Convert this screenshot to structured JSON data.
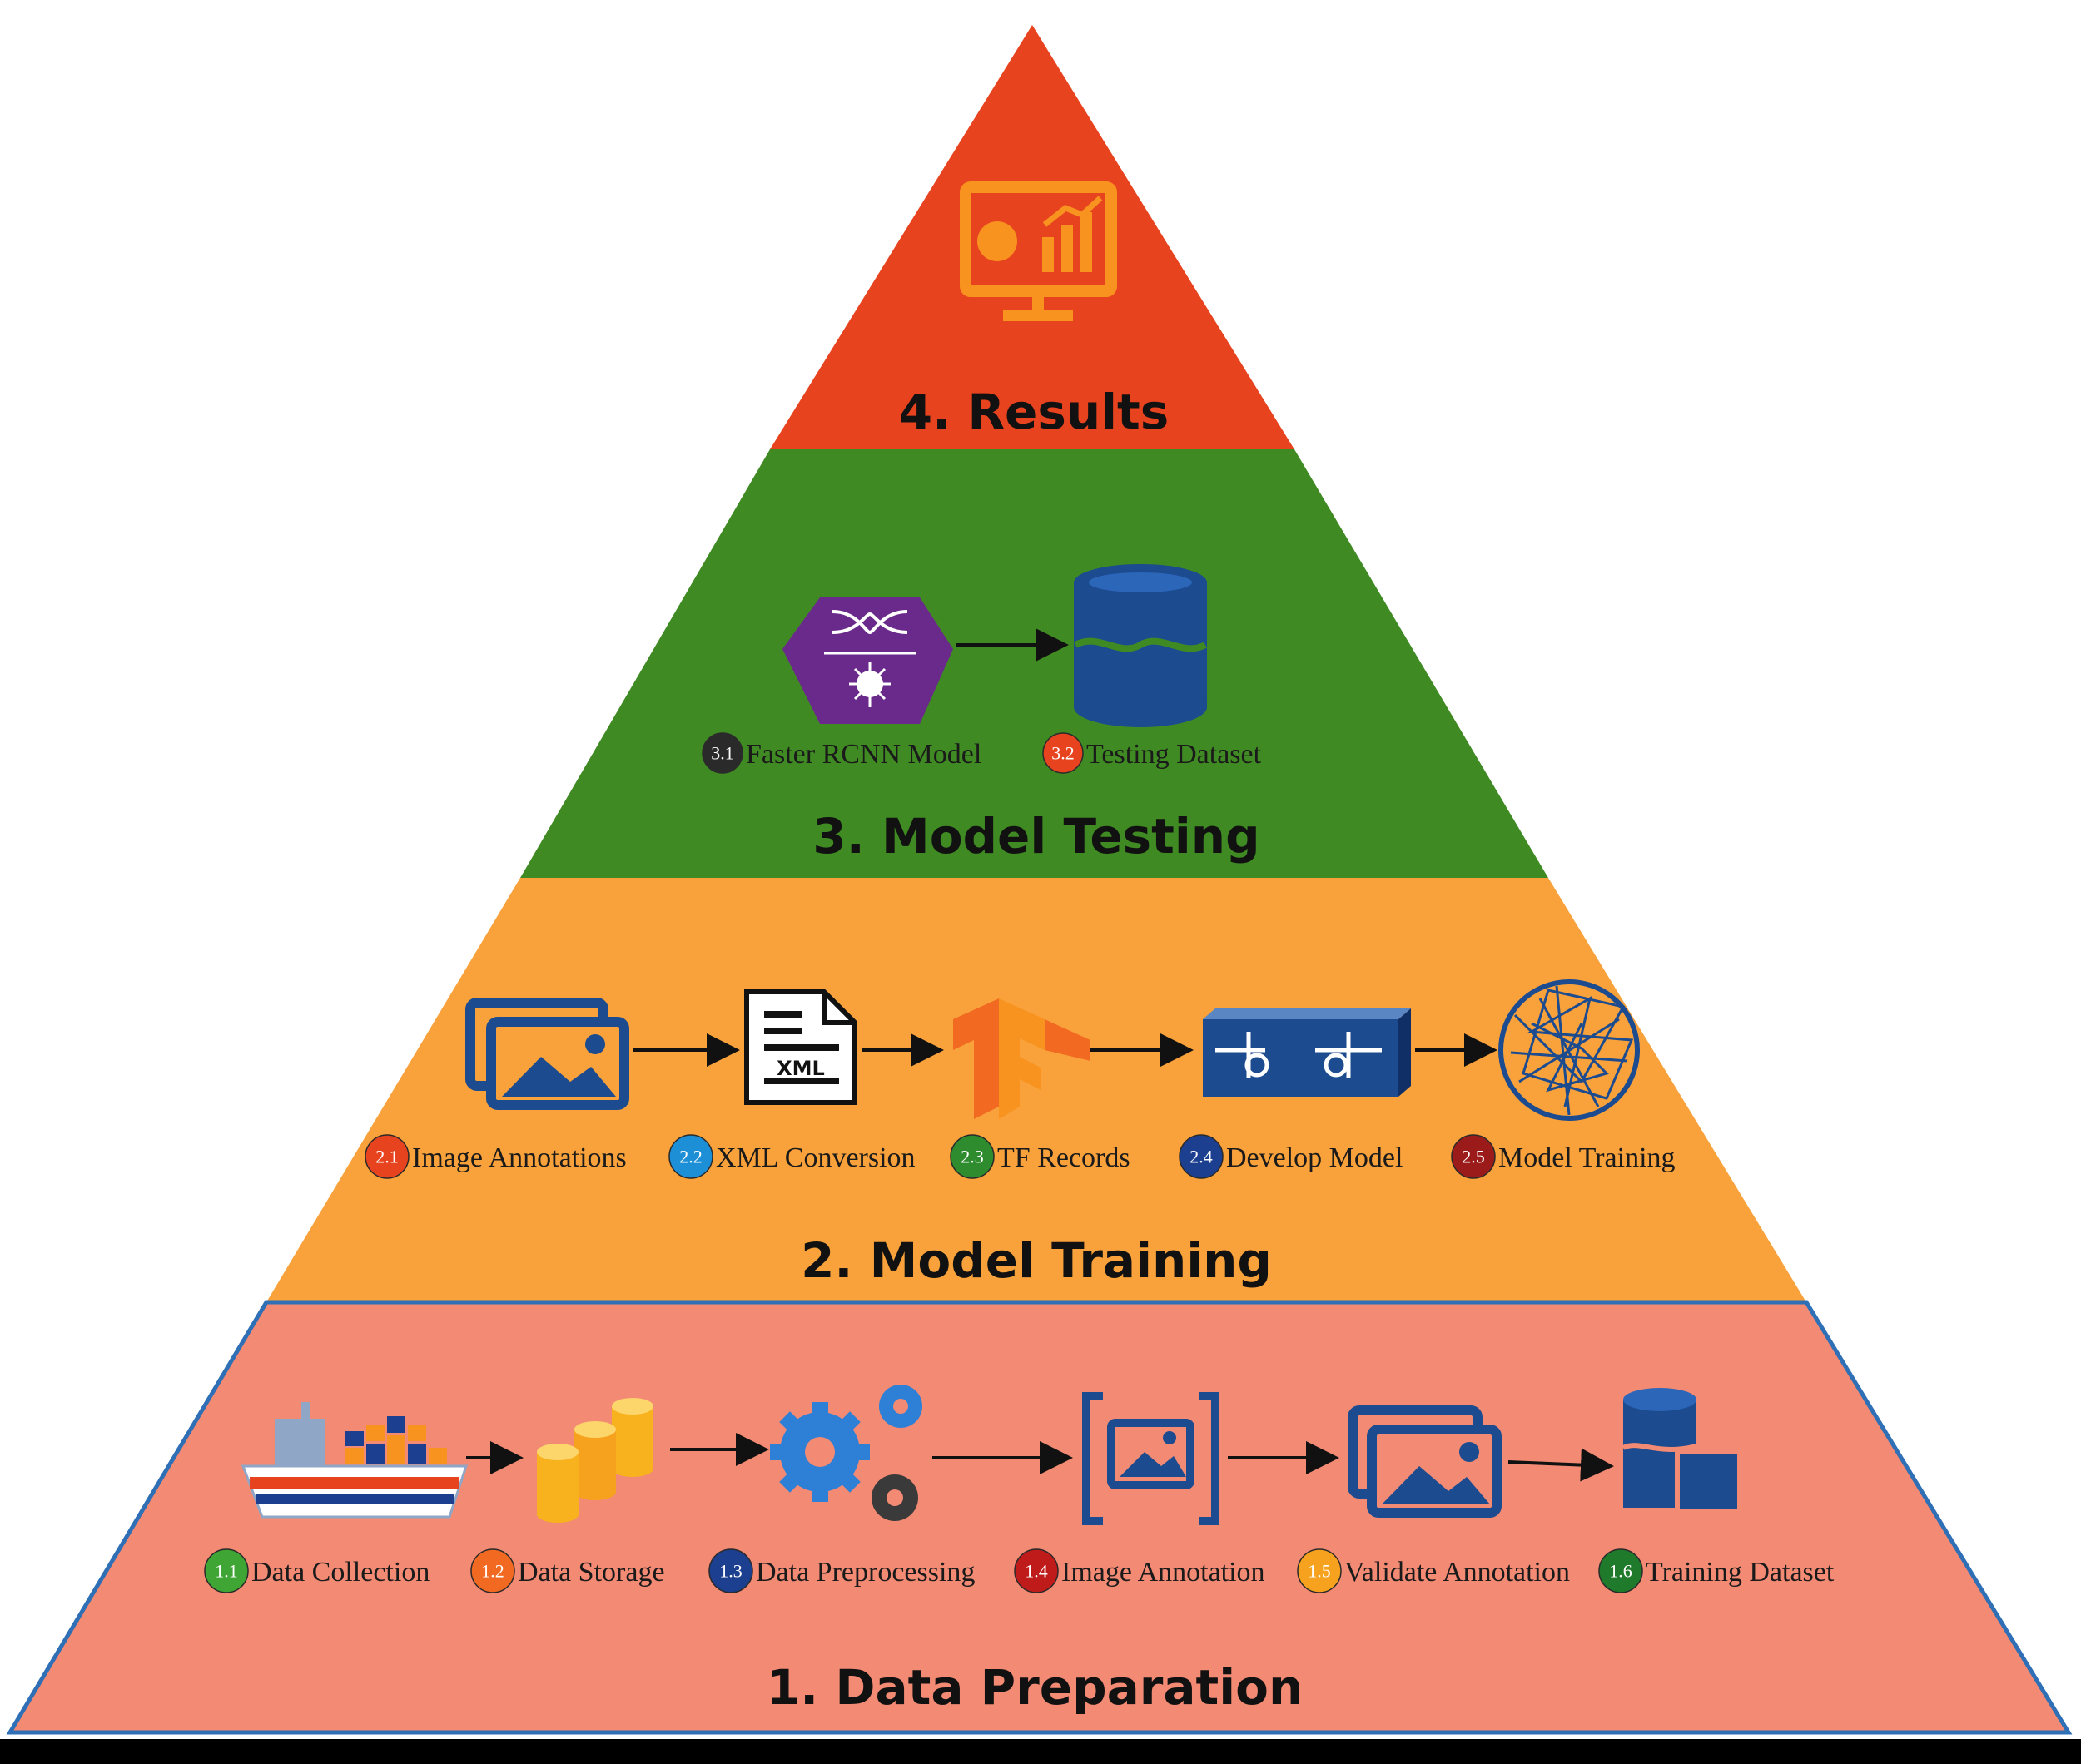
{
  "colors": {
    "results": "#e8431f",
    "testing": "#3f8a23",
    "training": "#f9a23b",
    "preparation": "#f28a74",
    "icon_blue": "#1c4b8f",
    "icon_orange": "#f7931e",
    "icon_purple": "#6a2a8c"
  },
  "levels": {
    "results": {
      "title": "4. Results",
      "icon": "monitor-chart-icon"
    },
    "testing": {
      "title": "3. Model Testing",
      "steps": [
        {
          "num": "3.1",
          "label": "Faster RCNN Model",
          "color": "#2a2a2a",
          "icon": "neural-model-hexagon-icon"
        },
        {
          "num": "3.2",
          "label": "Testing Dataset",
          "color": "#e8431f",
          "icon": "database-icon"
        }
      ]
    },
    "training": {
      "title": "2. Model Training",
      "steps": [
        {
          "num": "2.1",
          "label": "Image Annotations",
          "color": "#e8431f",
          "icon": "image-stack-icon"
        },
        {
          "num": "2.2",
          "label": "XML Conversion",
          "color": "#1c8fd6",
          "icon": "xml-file-icon"
        },
        {
          "num": "2.3",
          "label": "TF Records",
          "color": "#2e8b2e",
          "icon": "tensorflow-icon"
        },
        {
          "num": "2.4",
          "label": "Develop Model",
          "color": "#1c3f8f",
          "icon": "model-box-icon"
        },
        {
          "num": "2.5",
          "label": "Model Training",
          "color": "#9b1b1b",
          "icon": "network-globe-icon"
        }
      ]
    },
    "preparation": {
      "title": "1. Data Preparation",
      "steps": [
        {
          "num": "1.1",
          "label": "Data Collection",
          "color": "#3fa535",
          "icon": "cargo-ship-icon"
        },
        {
          "num": "1.2",
          "label": "Data Storage",
          "color": "#f26a21",
          "icon": "storage-cylinders-icon"
        },
        {
          "num": "1.3",
          "label": "Data Preprocessing",
          "color": "#1c3f8f",
          "icon": "gears-icon"
        },
        {
          "num": "1.4",
          "label": "Image Annotation",
          "color": "#c01b1b",
          "icon": "image-frame-icon"
        },
        {
          "num": "1.5",
          "label": "Validate Annotation",
          "color": "#f7a21e",
          "icon": "image-stack-icon"
        },
        {
          "num": "1.6",
          "label": "Training Dataset",
          "color": "#1f7a2b",
          "icon": "dataset-icon"
        }
      ]
    }
  }
}
